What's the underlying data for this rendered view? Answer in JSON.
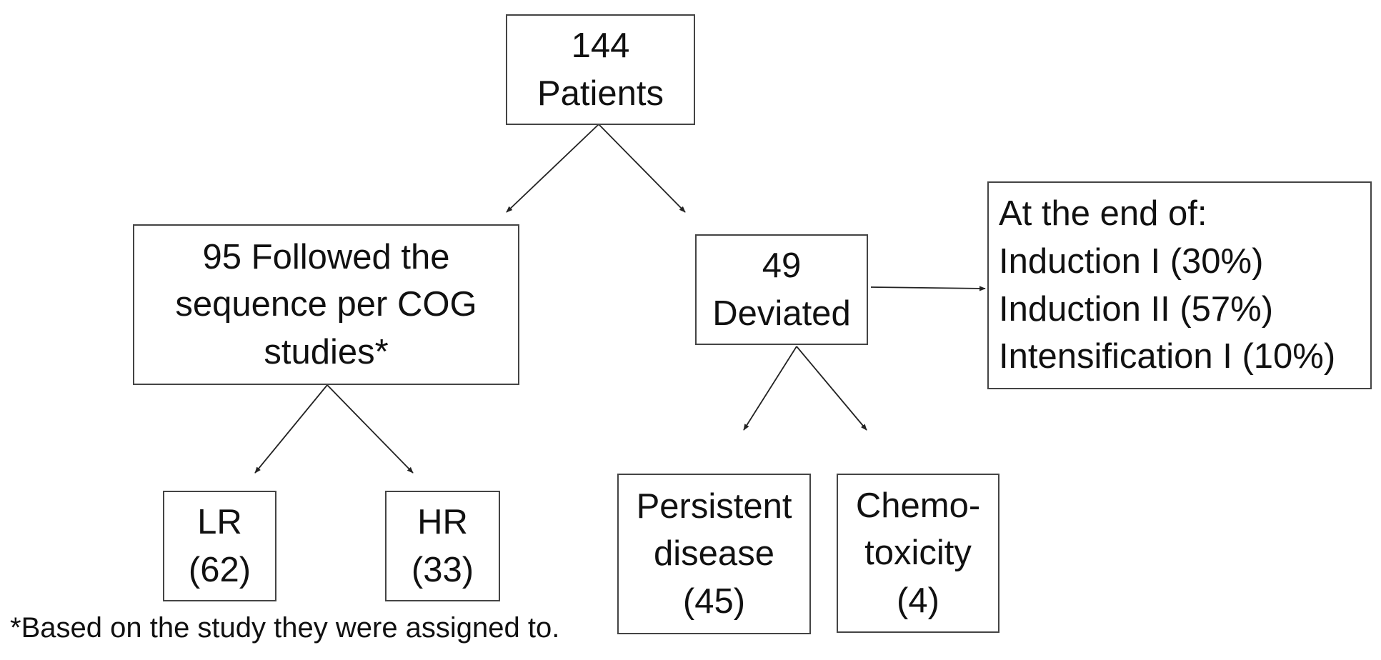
{
  "diagram": {
    "total": {
      "line1": "144",
      "line2": "Patients"
    },
    "followed": {
      "line1": "95 Followed the",
      "line2": "sequence per COG",
      "line3": "studies*"
    },
    "deviated": {
      "line1": "49",
      "line2": "Deviated"
    },
    "end_of": {
      "line1": "At the end of:",
      "line2": "Induction I (30%)",
      "line3": "Induction II (57%)",
      "line4": "Intensification I (10%)"
    },
    "lr": {
      "line1": "LR",
      "line2": "(62)"
    },
    "hr": {
      "line1": "HR",
      "line2": "(33)"
    },
    "persistent": {
      "line1": "Persistent",
      "line2": "disease",
      "line3": "(45)"
    },
    "chemo": {
      "line1": "Chemo-",
      "line2": "toxicity",
      "line3": "(4)"
    },
    "footnote": "*Based on the study they were assigned to."
  }
}
